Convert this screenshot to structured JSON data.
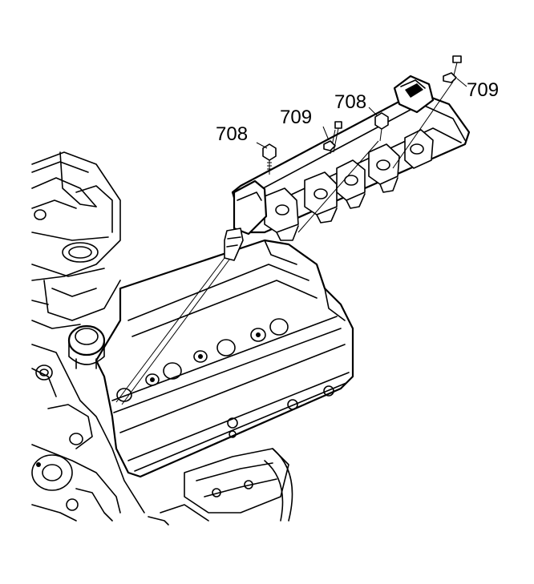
{
  "callouts": [
    {
      "id": "c1",
      "text": "708"
    },
    {
      "id": "c2",
      "text": "709"
    },
    {
      "id": "c3",
      "text": "708"
    },
    {
      "id": "c4",
      "text": "709"
    }
  ],
  "colors": {
    "line": "#000000",
    "background": "#ffffff"
  }
}
